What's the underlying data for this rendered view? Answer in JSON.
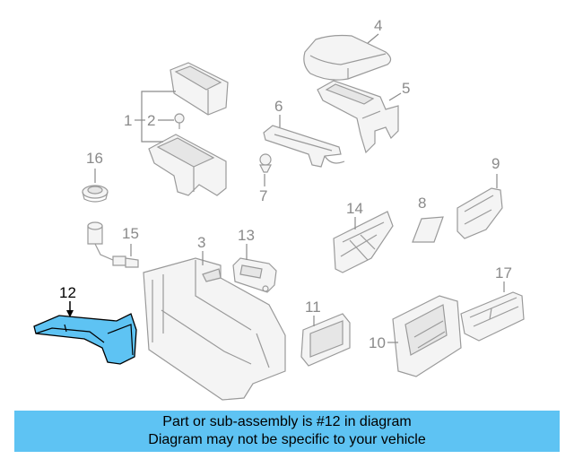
{
  "callouts": {
    "c1": "1",
    "c2": "2",
    "c3": "3",
    "c4": "4",
    "c5": "5",
    "c6": "6",
    "c7": "7",
    "c8": "8",
    "c9": "9",
    "c10": "10",
    "c11": "11",
    "c12": "12",
    "c13": "13",
    "c14": "14",
    "c15": "15",
    "c16": "16",
    "c17": "17"
  },
  "highlight": {
    "part": "12",
    "color": "#5ec3f3"
  },
  "banner": {
    "line1": "Part or sub-assembly is #12 in diagram",
    "line2": "Diagram may not be specific to your vehicle",
    "color": "#5ec3f3"
  }
}
